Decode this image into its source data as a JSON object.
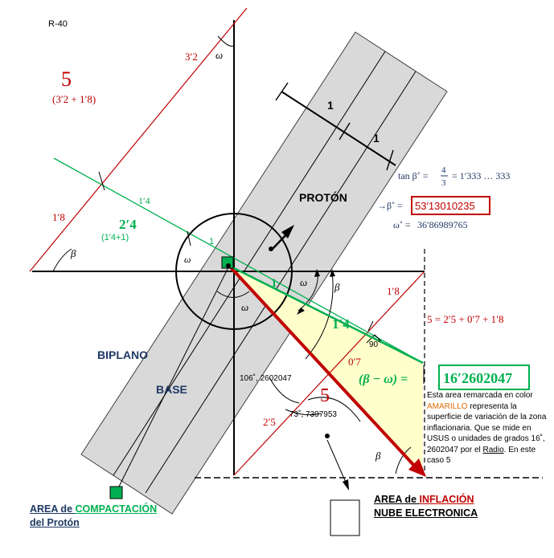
{
  "figure_id": "R-40",
  "labels": {
    "five_big": "5",
    "five_sum": "(3′2 + 1′8)",
    "three_two": "3′2",
    "one_eight_left": "1′8",
    "one_four_green": "1′4",
    "two_four": "2′4",
    "two_four_sum": "(1′4+1)",
    "one_small": "1",
    "beta": "β",
    "omega": "ω",
    "proton": "PROTÓN",
    "biplano": "BIPLANO",
    "base": "BASE",
    "unit_a": "1",
    "unit_b": "1",
    "one_green_bold": "1",
    "one_four_bold": "1′4",
    "one_eight_right": "1′8",
    "zero_seven": "0′7",
    "ninety": "90˚",
    "five_red": "5",
    "two_five": "2′5",
    "angle_106": "106˚, 2602047",
    "angle_73": "73˚, 7397953",
    "sum_equation": "5 = 2′5 + 0′7 + 1′8"
  },
  "equations": {
    "tan_lhs": "tan β˚ =",
    "frac_num": "4",
    "frac_den": "3",
    "tan_rhs": "= 1′333 … 333",
    "beta_arrow": "→β˚ =",
    "beta_value": "53′13010235",
    "omega_lhs": "ω˚ =",
    "omega_value": "36′86989765",
    "diff_lhs": "(β − ω) =",
    "diff_value": "16′2602047"
  },
  "annotation": {
    "p1": "Esta area remarcada en color ",
    "p_yellow": "AMARILLO",
    "p2": " representa la superficie de variación de la zona inflacionaria. Que se mide en USUS o unidades de grados 16˚, 2602047 por el ",
    "p_radio": "Radio",
    "p3": ". En este caso 5"
  },
  "legend": {
    "compact_prefix": "AREA de ",
    "compact_word": "COMPACTACIÓN",
    "compact_line2": "del Protón",
    "infl_prefix": "AREA de ",
    "infl_word": "INFLACIÓN",
    "infl_line2": "NUBE ELECTRONICA"
  },
  "colors": {
    "red": "#c00000",
    "green": "#00b050",
    "navy": "#1f3864",
    "band": "#d9d9d9",
    "yellow": "#ffffcc"
  }
}
